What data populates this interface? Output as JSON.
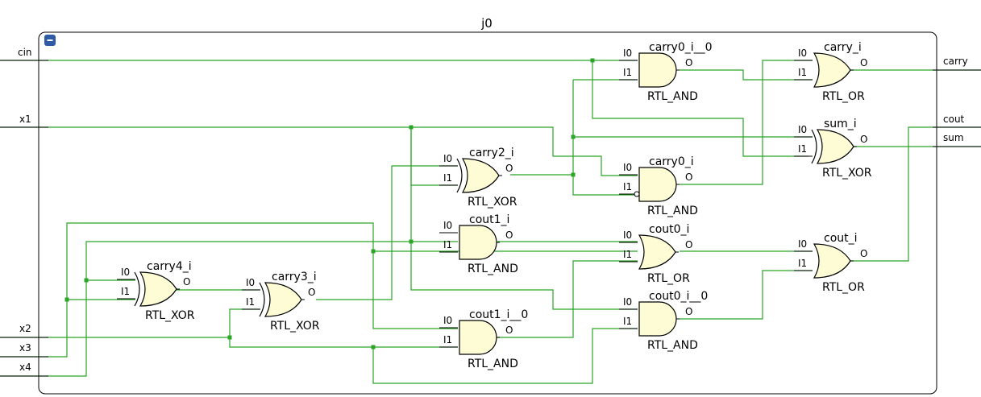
{
  "module": {
    "title": "j0",
    "collapse_glyph": "−"
  },
  "ports": {
    "inputs": [
      "cin",
      "x1",
      "x2",
      "x3",
      "x4"
    ],
    "outputs": [
      "carry",
      "cout",
      "sum"
    ]
  },
  "gates": [
    {
      "name": "carry0_i__0",
      "type": "RTL_AND",
      "pins": [
        "I0",
        "I1",
        "O"
      ]
    },
    {
      "name": "carry_i",
      "type": "RTL_OR",
      "pins": [
        "I0",
        "I1",
        "O"
      ]
    },
    {
      "name": "sum_i",
      "type": "RTL_XOR",
      "pins": [
        "I0",
        "I1",
        "O"
      ]
    },
    {
      "name": "carry2_i",
      "type": "RTL_XOR",
      "pins": [
        "I0",
        "I1",
        "O"
      ]
    },
    {
      "name": "carry0_i",
      "type": "RTL_AND",
      "pins": [
        "I0",
        "I1",
        "O"
      ]
    },
    {
      "name": "cout1_i",
      "type": "RTL_AND",
      "pins": [
        "I0",
        "I1",
        "O"
      ]
    },
    {
      "name": "cout0_i",
      "type": "RTL_OR",
      "pins": [
        "I0",
        "I1",
        "O"
      ]
    },
    {
      "name": "cout_i",
      "type": "RTL_OR",
      "pins": [
        "I0",
        "I1",
        "O"
      ]
    },
    {
      "name": "carry4_i",
      "type": "RTL_XOR",
      "pins": [
        "I0",
        "I1",
        "O"
      ]
    },
    {
      "name": "carry3_i",
      "type": "RTL_XOR",
      "pins": [
        "I0",
        "I1",
        "O"
      ]
    },
    {
      "name": "cout0_i__0",
      "type": "RTL_AND",
      "pins": [
        "I0",
        "I1",
        "O"
      ]
    },
    {
      "name": "cout1_i__0",
      "type": "RTL_AND",
      "pins": [
        "I0",
        "I1",
        "O"
      ]
    }
  ],
  "colors": {
    "wire": "#2aa526",
    "gate_fill": "#fdfcd4",
    "collapse_button": "#2f5aa8"
  }
}
